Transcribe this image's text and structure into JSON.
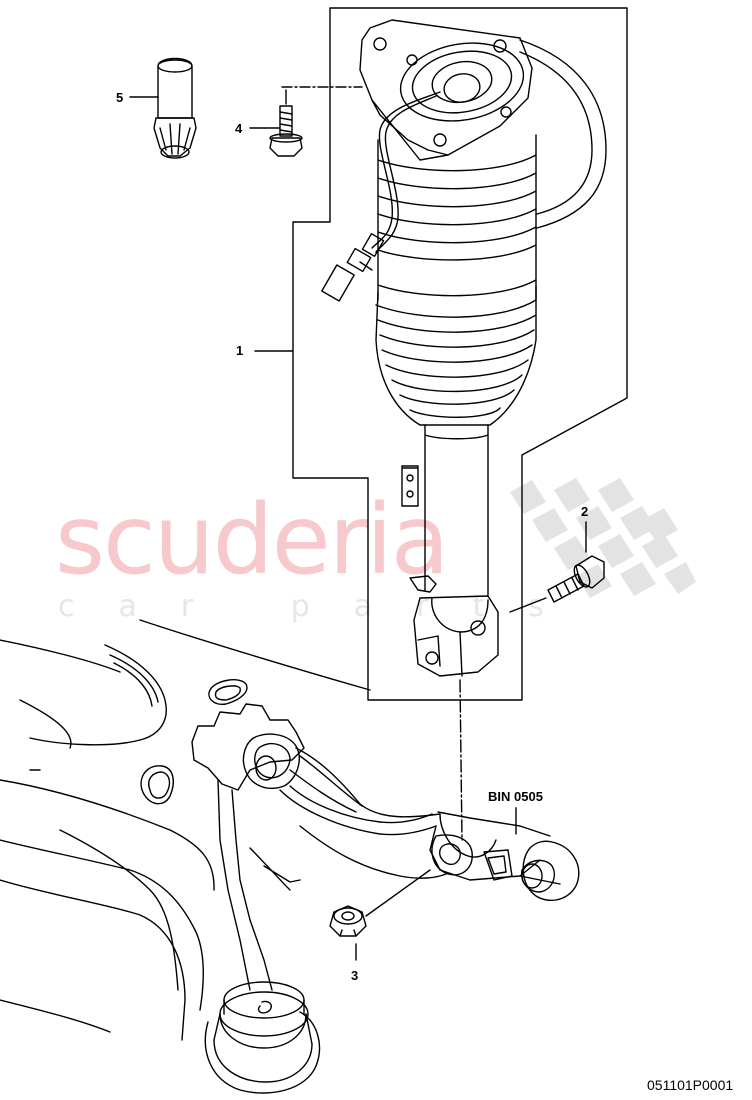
{
  "watermark": {
    "brand": "scuderia",
    "tagline": "car parts"
  },
  "callouts": {
    "part_1": "1",
    "part_2": "2",
    "part_3": "3",
    "part_4": "4",
    "part_5": "5",
    "bin_note": "BIN 0505"
  },
  "drawing_code": "051101P0001"
}
